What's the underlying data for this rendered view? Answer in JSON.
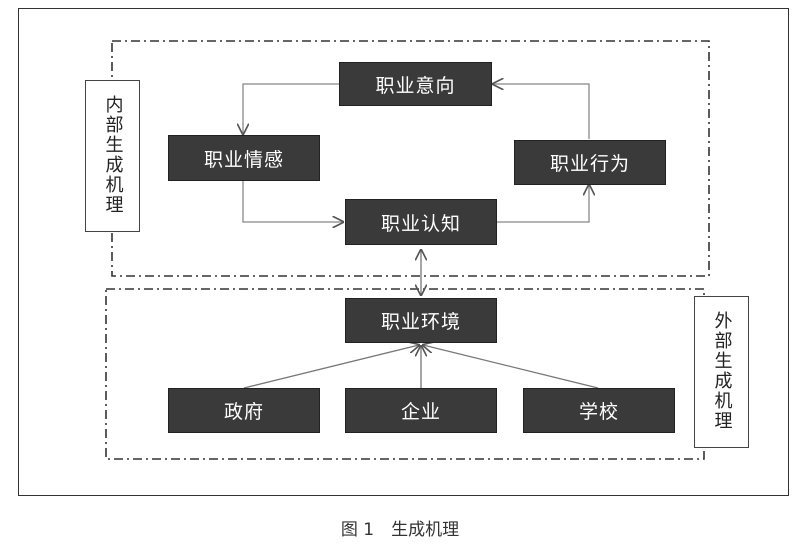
{
  "diagram": {
    "internal_label": "内部生成机理",
    "external_label": "外部生成机理",
    "nodes": {
      "intention": "职业意向",
      "emotion": "职业情感",
      "behavior": "职业行为",
      "cognition": "职业认知",
      "environment": "职业环境",
      "government": "政府",
      "enterprise": "企业",
      "school": "学校"
    }
  },
  "caption": "图 1　生成机理"
}
